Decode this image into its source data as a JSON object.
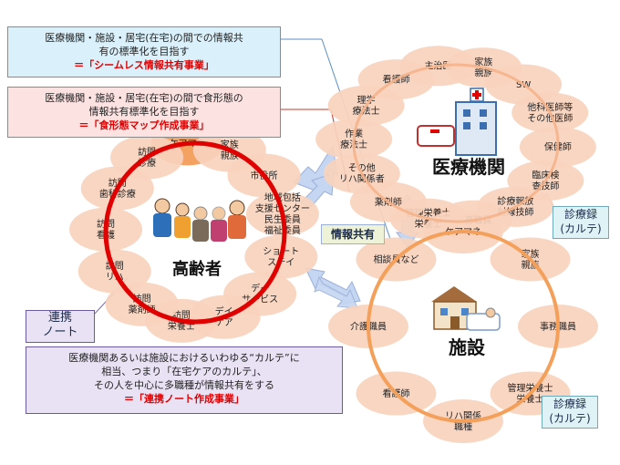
{
  "boxes": {
    "seamless": {
      "lines": [
        "医療機関・施設・居宅(在宅)の間での情報共",
        "有の標準化を目指す"
      ],
      "highlight": "＝「シームレス情報共有事業」"
    },
    "food_map": {
      "lines": [
        "医療機関・施設・居宅(在宅)の間で食形態の",
        "情報共有標準化を目指す"
      ],
      "highlight": "＝「食形態マップ作成事業」"
    },
    "note_title": "連携\nノート",
    "note_desc": {
      "lines": [
        "医療機関あるいは施設におけるいわゆる“カルテ”に",
        "相当、つまり「在宅ケアのカルテ」、",
        "その人を中心に多職種が情報共有をする"
      ],
      "highlight": "＝「連携ノート作成事業」"
    }
  },
  "labels": {
    "info_share": "情報共有",
    "karte_hospital": "診療録\n(カルテ)",
    "karte_facility": "診療録\n(カルテ)"
  },
  "hubs": {
    "elderly": "高齢者",
    "hospital": "医療機関",
    "facility": "施設"
  },
  "rings": {
    "elderly": [
      "ケアマネ",
      "家族\n親族",
      "市役所",
      "地域包括\n支援センター\n民生委員\n福祉委員",
      "ショート\nステイ",
      "デイ\nサービス",
      "デイ\nケア",
      "訪問\n栄養士",
      "訪問\n薬剤師",
      "訪問\nリハ",
      "訪問\n看護",
      "訪問\n歯科診療",
      "訪問\n診療"
    ],
    "hospital": [
      "主治医",
      "家族\n親族",
      "SW",
      "他科医師等\nその他医師",
      "保健師",
      "臨床検\n査技師",
      "診療報放\n射線技師",
      "事務職員",
      "管理栄養士\n栄養士",
      "薬剤師",
      "その他\nリハ関係者",
      "作業\n療法士",
      "理学\n療法士",
      "看護師"
    ],
    "facility": [
      "ケアマネ",
      "家族\n親族",
      "事務職員",
      "管理栄養士\n栄養士",
      "リハ関係\n職種",
      "看護師",
      "介護職員",
      "相談員など"
    ]
  },
  "colors": {
    "petal": "#f9d2bd",
    "elderly_ring": "#e00000",
    "facility_ring": "#f4a05a",
    "caremane": "#f29a55",
    "arrow": "#c5d6f2",
    "blue_box": "#daf1fb",
    "red_box": "#fde2e2",
    "purple_box": "#e9e1f4",
    "karte_box": "#dff2f6"
  }
}
